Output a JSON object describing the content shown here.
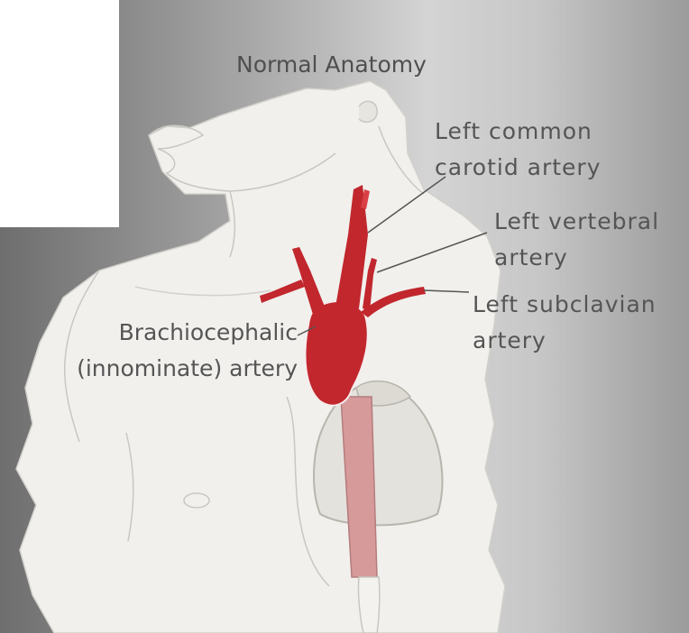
{
  "title": "Normal Anatomy",
  "labels": {
    "left_common_carotid": [
      "Left common",
      "carotid artery"
    ],
    "left_vertebral": [
      "Left vertebral",
      "artery"
    ],
    "left_subclavian": [
      "Left subclavian",
      "artery"
    ],
    "brachiocephalic": [
      "Brachiocephalic",
      "(innominate) artery"
    ]
  },
  "colors": {
    "artery": "#c1272d",
    "artery_highlight": "#e0474c",
    "skin": "#f1f0ed",
    "skin_outline": "#c9c7c2",
    "heart": "#e4e2dc",
    "esophagus": "#d79a9b",
    "leader_line": "#555555"
  }
}
